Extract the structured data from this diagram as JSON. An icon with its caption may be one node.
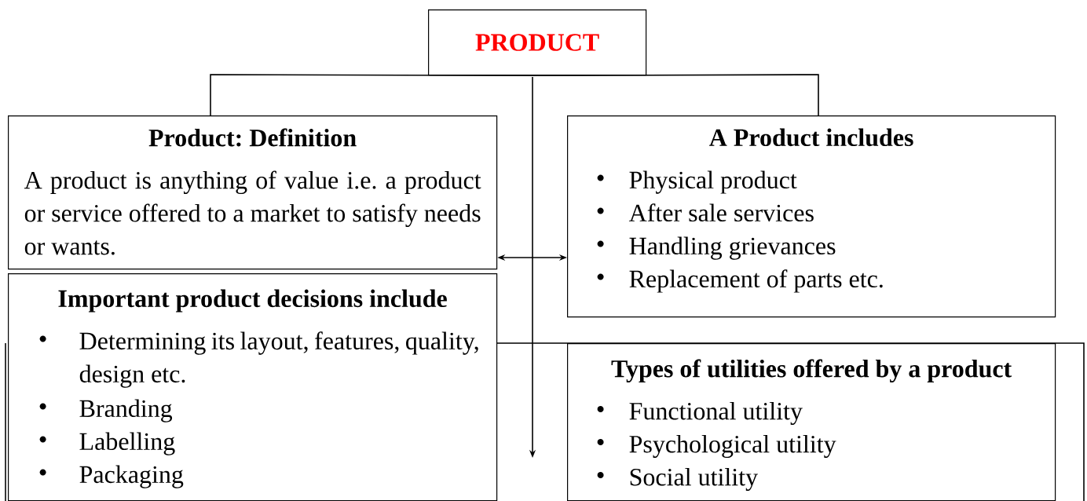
{
  "diagram": {
    "nodes": [
      {
        "text": [
          "PRODUCT"
        ]
      },
      {
        "text": [
          "Product: Definition",
          "A product is anything of value i.e. a product or service offered to a market to satisfy needs or wants."
        ]
      },
      {
        "text": [
          "A Product includes",
          "Physical product",
          "After sale services",
          "Handling grievances",
          "Replacement of parts etc."
        ]
      },
      {
        "text": [
          "Important product decisions include",
          "Determining its layout, features, quality, design etc.",
          "Branding",
          "Labelling",
          "Packaging"
        ]
      },
      {
        "text": [
          "Types of utilities offered by a product",
          "Functional utility",
          "Psychological utility",
          "Social utility"
        ]
      }
    ],
    "edges": [
      {
        "from": 0,
        "to": 1,
        "arrow": "none"
      },
      {
        "from": 0,
        "to": 2,
        "arrow": "none"
      },
      {
        "from": 0,
        "to": null,
        "arrow": "to"
      },
      {
        "from": 1,
        "to": 2,
        "arrow": "both"
      }
    ]
  }
}
